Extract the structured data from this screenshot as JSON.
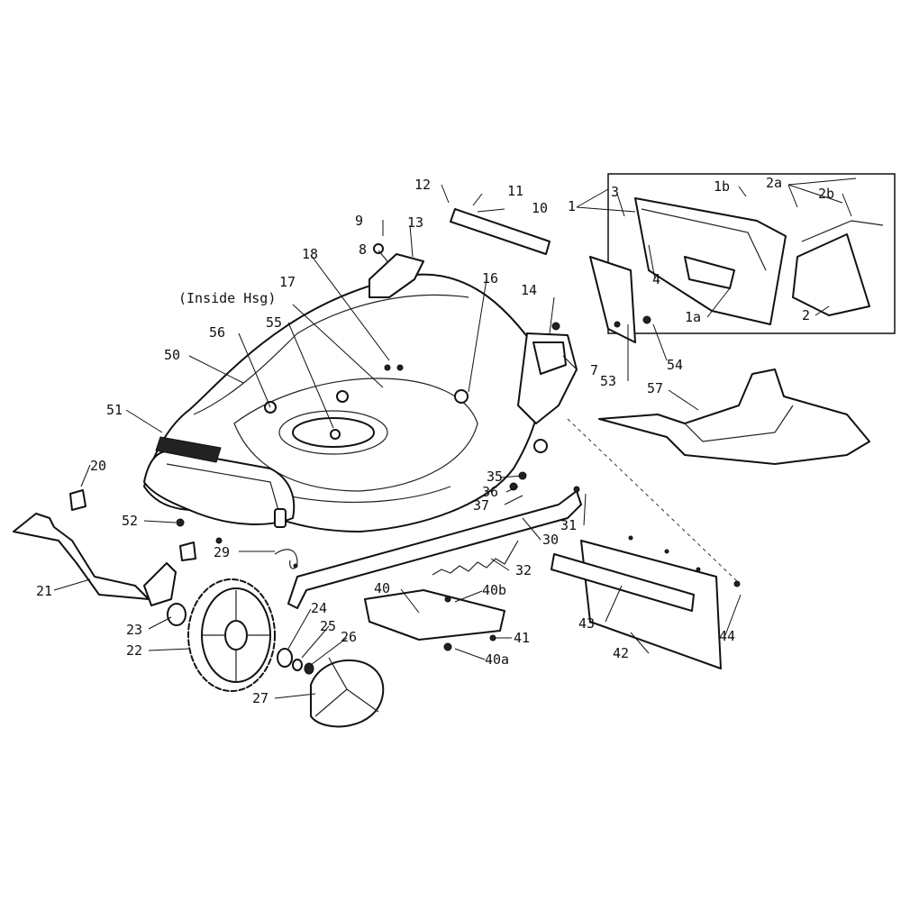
{
  "diagram": {
    "note": "(Inside Hsg)",
    "labels": {
      "p1": "1",
      "p1a": "1a",
      "p1b": "1b",
      "p2": "2",
      "p2a": "2a",
      "p2b": "2b",
      "p3": "3",
      "p4": "4",
      "p7": "7",
      "p8": "8",
      "p9": "9",
      "p10": "10",
      "p11": "11",
      "p12": "12",
      "p13": "13",
      "p14": "14",
      "p16": "16",
      "p17": "17",
      "p18": "18",
      "p20": "20",
      "p21": "21",
      "p22": "22",
      "p23": "23",
      "p24": "24",
      "p25": "25",
      "p26": "26",
      "p27": "27",
      "p29": "29",
      "p30": "30",
      "p31": "31",
      "p32": "32",
      "p35": "35",
      "p36": "36",
      "p37": "37",
      "p40": "40",
      "p40a": "40a",
      "p40b": "40b",
      "p41": "41",
      "p42": "42",
      "p43": "43",
      "p44": "44",
      "p50": "50",
      "p51": "51",
      "p52": "52",
      "p53": "53",
      "p54": "54",
      "p55": "55",
      "p56": "56",
      "p57": "57"
    }
  }
}
